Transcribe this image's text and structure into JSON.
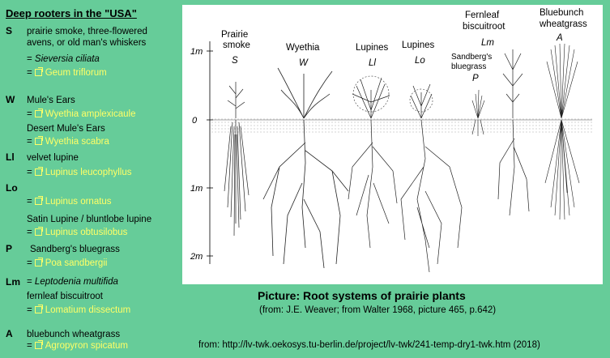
{
  "legend": {
    "title": "Deep rooters in the \"USA\"",
    "entries": [
      {
        "abbr": "S",
        "common": "prairie smoke, three-flowered avens, or old man's whiskers",
        "common_line1": "prairie smoke, three-flowered",
        "common_line2": "avens, or old man's whiskers",
        "synonym": "Sieversia ciliata",
        "link": "Geum triflorum"
      },
      {
        "abbr": "W",
        "common": "Mule's Ears",
        "link": "Wyethia amplexicaule",
        "common2": "Desert Mule's Ears",
        "link2": "Wyethia scabra"
      },
      {
        "abbr": "Ll",
        "common": "velvet lupine",
        "link": "Lupinus leucophyllus"
      },
      {
        "abbr": "Lo",
        "link": "Lupinus ornatus",
        "common2": "Satin Lupine / bluntlobe lupine",
        "link2": "Lupinus obtusilobus"
      },
      {
        "abbr": "P",
        "common": "Sandberg's bluegrass",
        "link": "Poa sandbergii"
      },
      {
        "abbr": "Lm",
        "synonym": "Leptodenia multifida",
        "common": "fernleaf biscuitroot",
        "link": "Lomatium dissectum"
      },
      {
        "abbr": "A",
        "common": "bluebunch wheatgrass",
        "link": "Agropyron spicatum"
      }
    ],
    "equals": "="
  },
  "figure": {
    "scale_labels": [
      "1m",
      "0",
      "1m",
      "2m"
    ],
    "plants": [
      {
        "name_line1": "Prairie",
        "name_line2": "smoke",
        "code": "S"
      },
      {
        "name_line1": "Wyethia",
        "name_line2": "",
        "code": "W"
      },
      {
        "name_line1": "Lupines",
        "name_line2": "",
        "code": "Ll"
      },
      {
        "name_line1": "Lupines",
        "name_line2": "",
        "code": "Lo"
      },
      {
        "name_line1": "Sandberg's",
        "name_line2": "bluegrass",
        "code": "P"
      },
      {
        "name_line1": "Fernleaf",
        "name_line2": "biscuitroot",
        "code": "Lm"
      },
      {
        "name_line1": "Bluebunch",
        "name_line2": "wheatgrass",
        "code": "A"
      }
    ]
  },
  "caption": {
    "title": "Picture: Root systems of prairie plants",
    "subtitle": "(from: J.E. Weaver; from Walter 1968, picture 465, p.642)"
  },
  "source": "from: http://lv-twk.oekosys.tu-berlin.de/project/lv-twk/241-temp-dry1-twk.htm (2018)",
  "colors": {
    "background": "#66cc99",
    "link": "#ffff66"
  }
}
